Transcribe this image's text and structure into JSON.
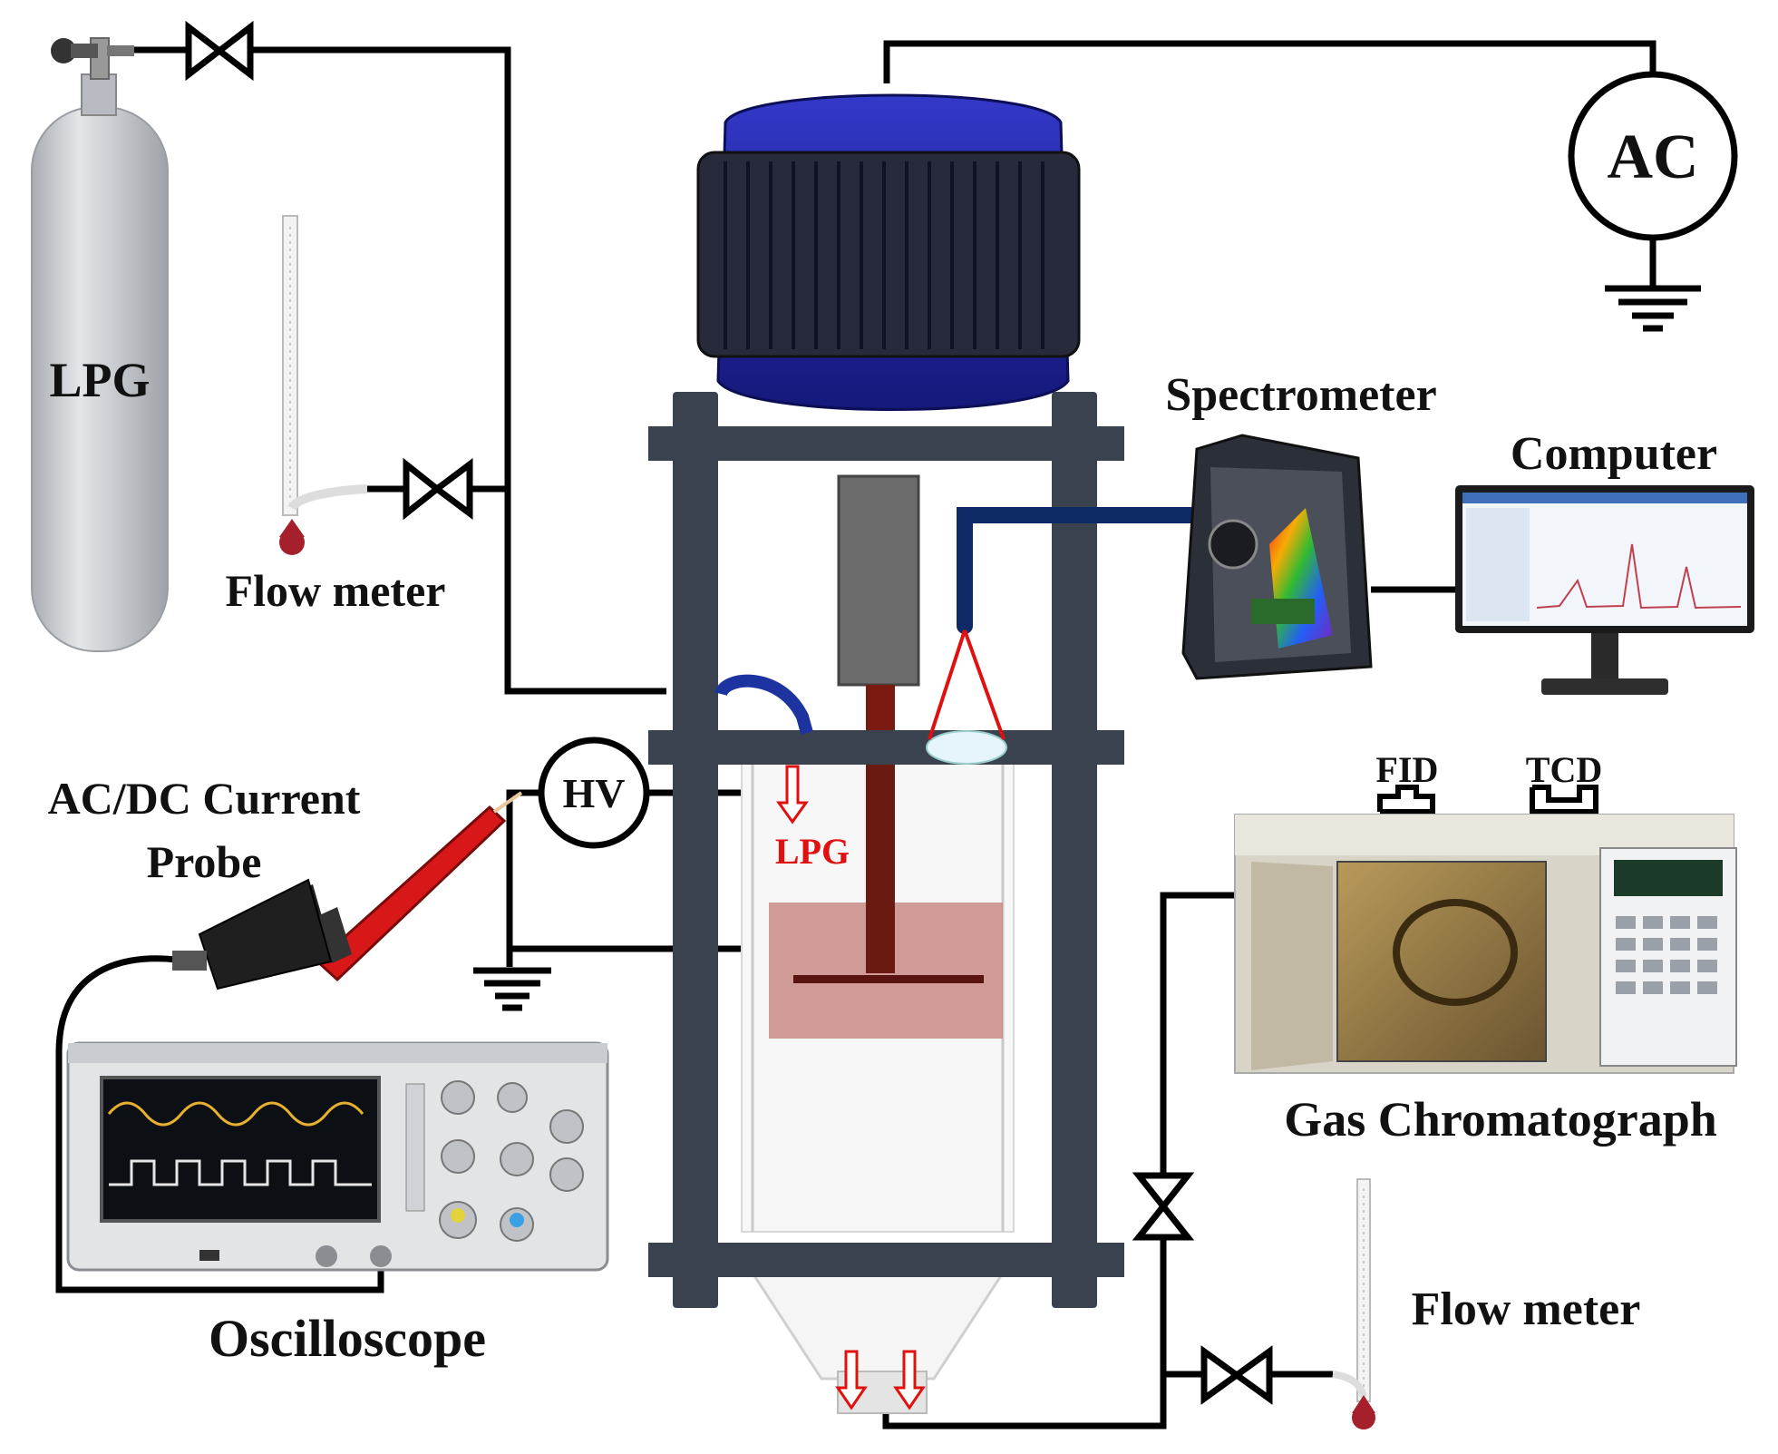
{
  "labels": {
    "lpg_cylinder": "LPG",
    "flow_meter_top": "Flow meter",
    "ac_source": "AC",
    "spectrometer": "Spectrometer",
    "computer": "Computer",
    "current_probe_line1": "AC/DC Current",
    "current_probe_line2": "Probe",
    "hv_source": "HV",
    "lpg_inlet": "LPG",
    "fid": "FID",
    "tcd": "TCD",
    "gas_chromatograph": "Gas Chromatograph",
    "oscilloscope": "Oscilloscope",
    "flow_meter_bottom": "Flow meter"
  },
  "colors": {
    "motor": "#1b1f9e",
    "frame": "#3a4250",
    "shaft": "#7a1a10",
    "fiber": "#0d2a66",
    "probe": "#d81818",
    "arrow": "#e01010",
    "cylinder": "#c9ccd1"
  }
}
